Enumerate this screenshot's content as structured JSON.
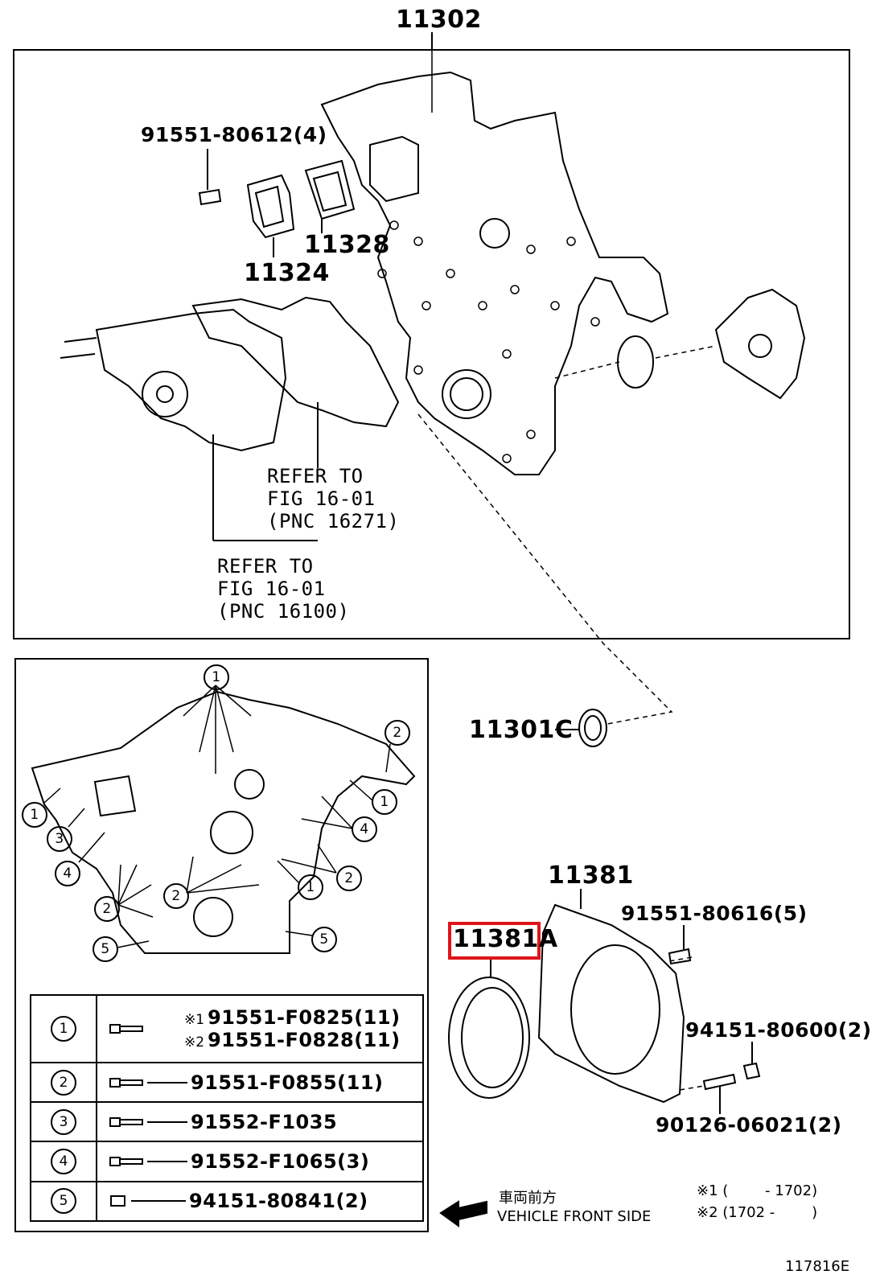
{
  "title": "11302",
  "callouts": {
    "bolt_80612": "91551-80612(4)",
    "p11328": "11328",
    "p11324": "11324",
    "p11301c": "11301C",
    "p11381": "11381",
    "p11381a": "11381A",
    "bolt_80616": "91551-80616(5)",
    "nut_80600": "94151-80600(2)",
    "stud_06021": "90126-06021(2)"
  },
  "refer_1": {
    "line1": "REFER TO",
    "line2": "FIG 16-01",
    "line3": "(PNC 16271)"
  },
  "refer_2": {
    "line1": "REFER TO",
    "line2": "FIG 16-01",
    "line3": "(PNC 16100)"
  },
  "circle_labels": [
    "1",
    "2",
    "3",
    "4",
    "5"
  ],
  "legend": [
    {
      "num": "1",
      "mark1": "※1",
      "part1": "91551-F0825(11)",
      "mark2": "※2",
      "part2": "91551-F0828(11)"
    },
    {
      "num": "2",
      "part": "91551-F0855(11)"
    },
    {
      "num": "3",
      "part": "91552-F1035"
    },
    {
      "num": "4",
      "part": "91552-F1065(3)"
    },
    {
      "num": "5",
      "part": "94151-80841(2)"
    }
  ],
  "vehicle_front": {
    "jp": "車両前方",
    "en": "VEHICLE FRONT SIDE"
  },
  "notes": {
    "n1": "※1 (        - 1702)",
    "n2": "※2 (1702 -        )"
  },
  "figure_id": "117816E",
  "highlight_color": "#e0141a"
}
